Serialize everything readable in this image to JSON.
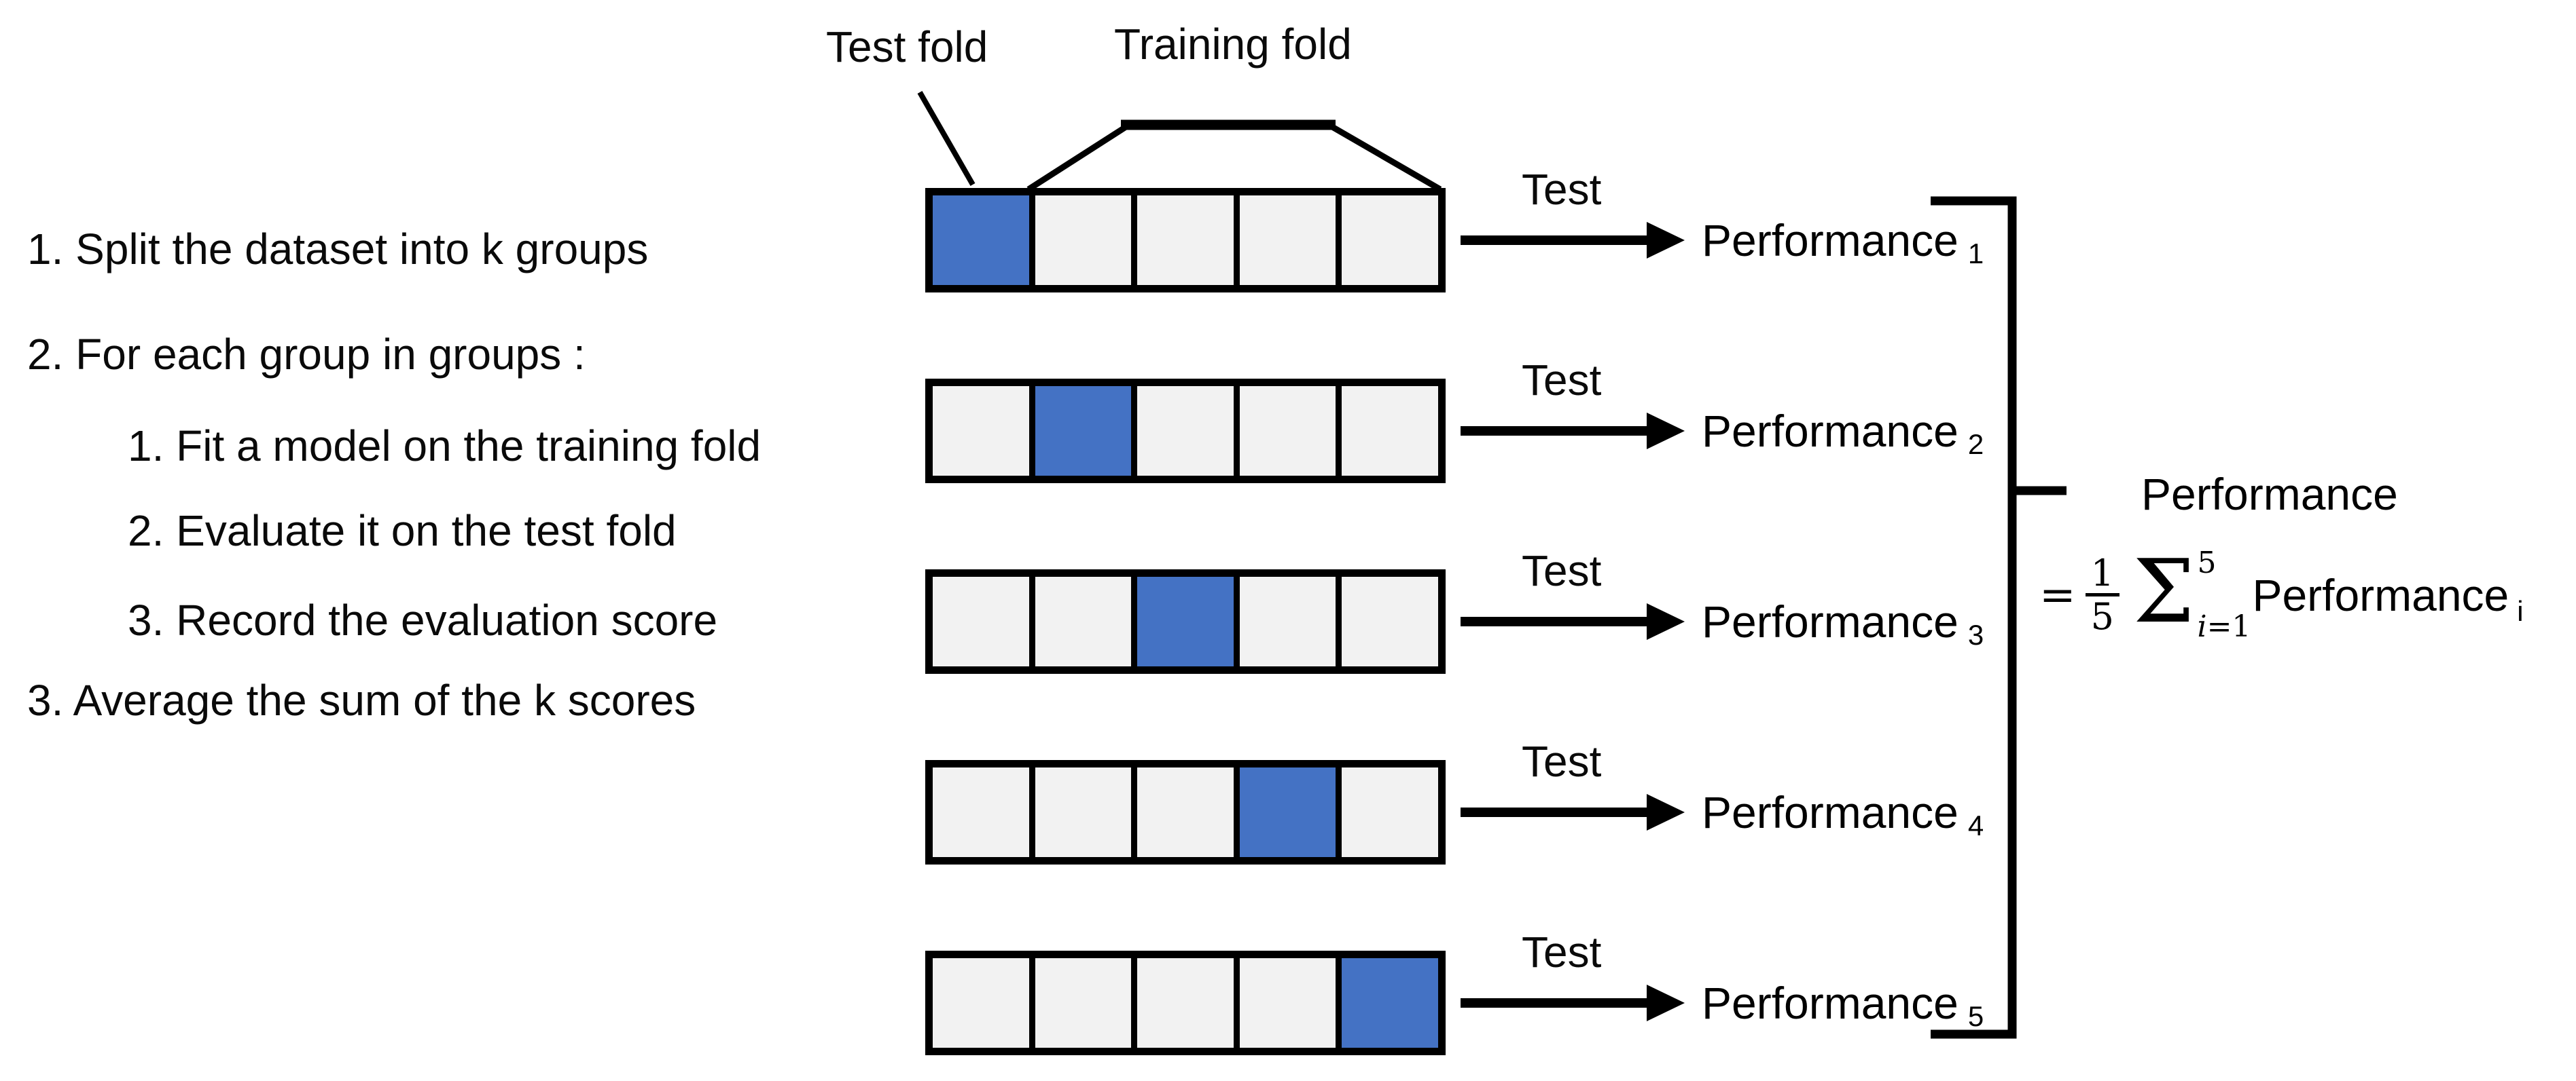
{
  "instructions": {
    "items": [
      {
        "text": "1. Split the dataset into k groups",
        "level": 0
      },
      {
        "text": "2. For each group in groups :",
        "level": 0
      },
      {
        "text": "1. Fit a model on the training fold",
        "level": 1
      },
      {
        "text": "2. Evaluate it on the test fold",
        "level": 1
      },
      {
        "text": "3. Record the evaluation score",
        "level": 1
      },
      {
        "text": "3. Average the sum of the k scores",
        "level": 0
      }
    ]
  },
  "annotations": {
    "test_fold": "Test fold",
    "training_fold": "Training fold"
  },
  "kfold": {
    "k": 5,
    "cells_per_row": 5,
    "arrow_label": "Test",
    "performance_word": "Performance",
    "rows": [
      {
        "test_index": 1,
        "performance_subscript": "1"
      },
      {
        "test_index": 2,
        "performance_subscript": "2"
      },
      {
        "test_index": 3,
        "performance_subscript": "3"
      },
      {
        "test_index": 4,
        "performance_subscript": "4"
      },
      {
        "test_index": 5,
        "performance_subscript": "5"
      }
    ]
  },
  "formula": {
    "lhs": "Performance",
    "equals": "=",
    "numerator": "1",
    "denominator": "5",
    "sigma": "Σ",
    "sum_upper": "5",
    "sum_lower_var": "i",
    "sum_lower_rest": "=1",
    "term": "Performance",
    "term_subscript": "i"
  },
  "colors": {
    "test_cell": "#4472C4",
    "training_cell": "#F2F2F2",
    "line": "#000000",
    "background": "#FFFFFF"
  }
}
